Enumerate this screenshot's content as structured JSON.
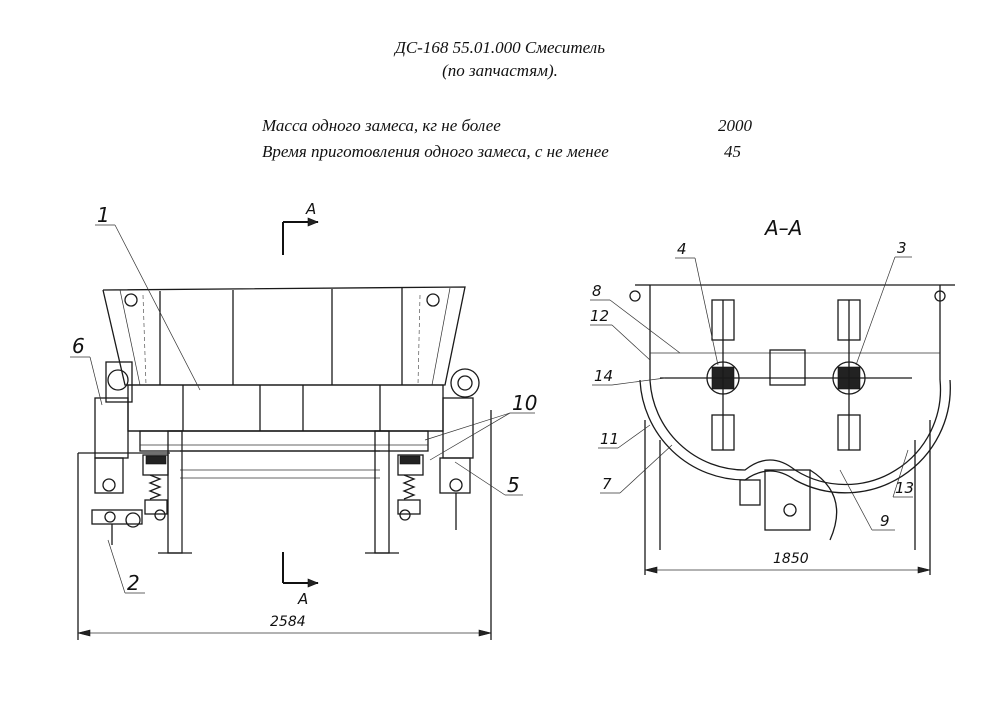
{
  "header": {
    "title_line1": "ДС-168 55.01.000 Смеситель",
    "title_line2": "(по запчастям)."
  },
  "specs": [
    {
      "label": "Масса одного замеса, кг не более",
      "value": "2000"
    },
    {
      "label": "Время приготовления одного замеса, с не менее",
      "value": "45"
    }
  ],
  "front_view": {
    "section_mark_top": "А",
    "section_mark_bottom": "А",
    "dimension_width": "2584",
    "callouts": [
      "1",
      "6",
      "10",
      "5",
      "2"
    ]
  },
  "section_view": {
    "title": "А–А",
    "dimension_width": "1850",
    "callouts": [
      "4",
      "3",
      "8",
      "12",
      "14",
      "11",
      "7",
      "9",
      "13"
    ]
  }
}
